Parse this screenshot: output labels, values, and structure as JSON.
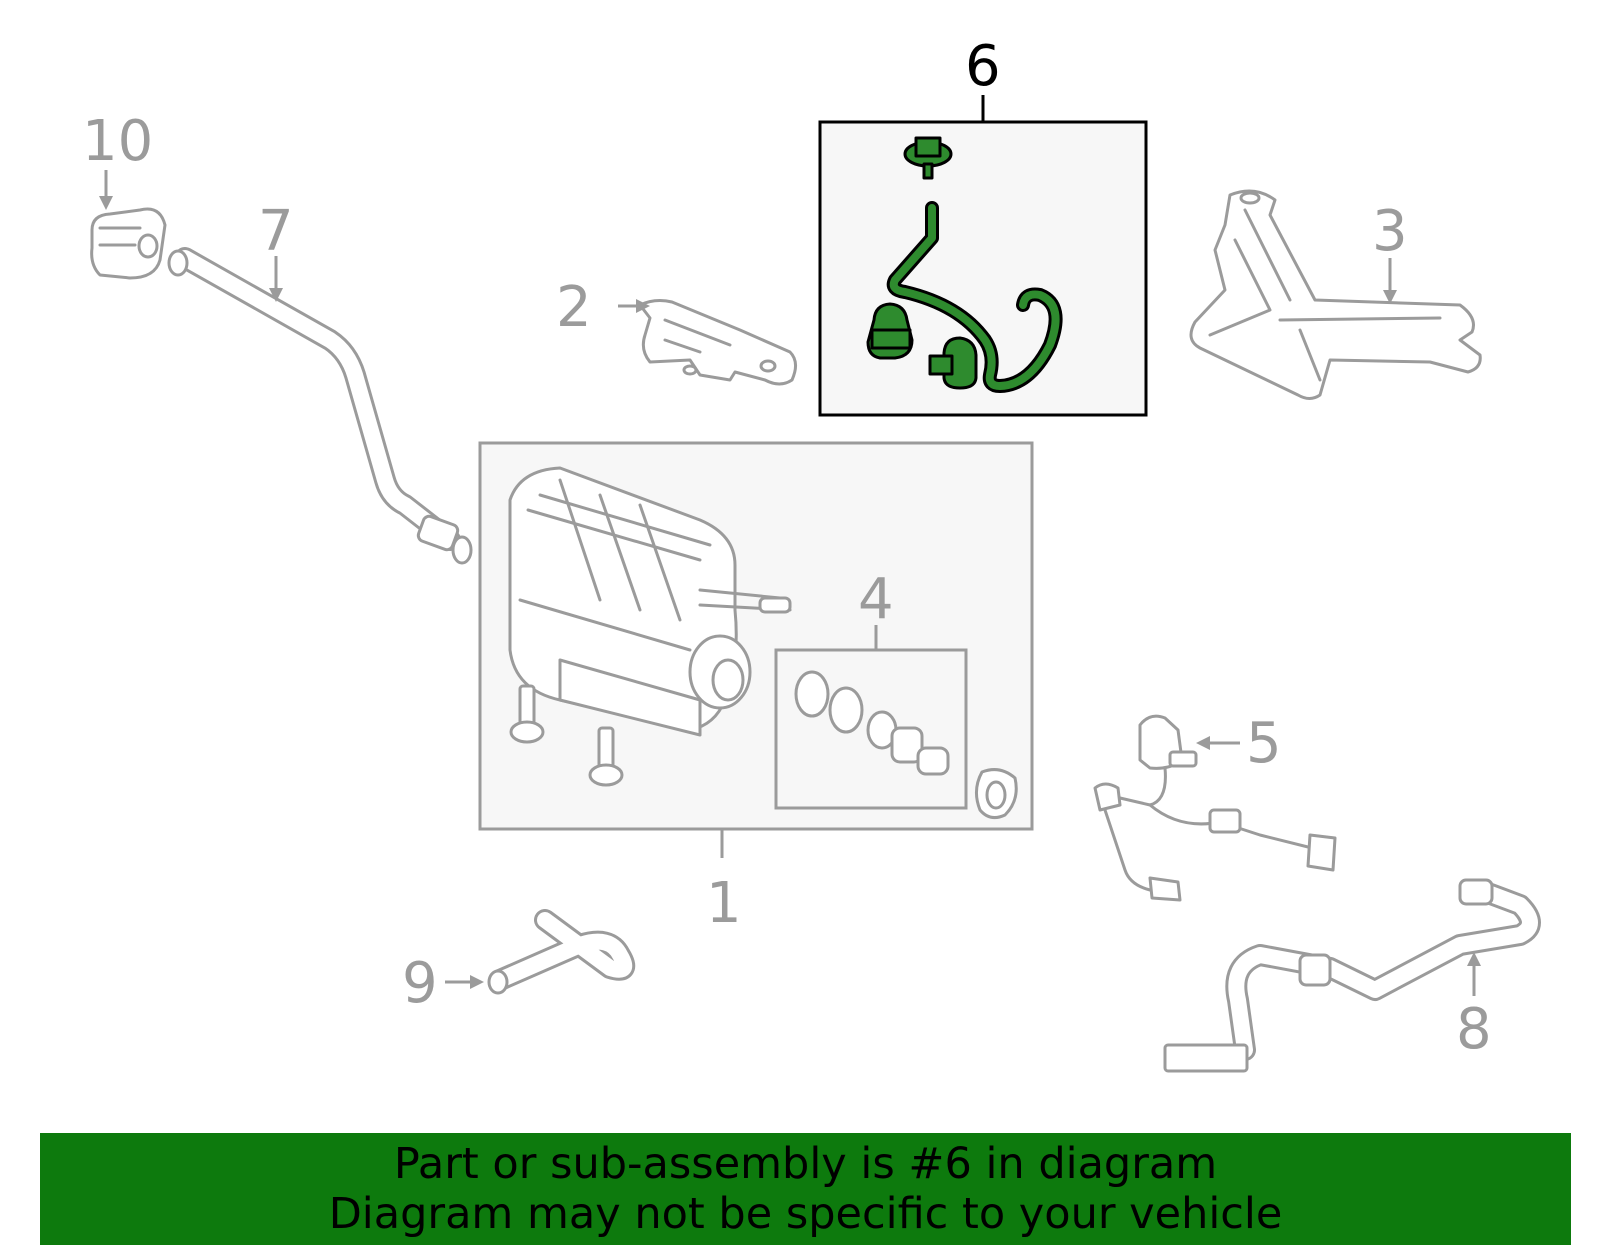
{
  "callouts": {
    "c1": "1",
    "c2": "2",
    "c3": "3",
    "c4": "4",
    "c5": "5",
    "c6": "6",
    "c7": "7",
    "c8": "8",
    "c9": "9",
    "c10": "10"
  },
  "highlighted_part": "6",
  "banner": {
    "line1": "Part or sub-assembly is #6 in diagram",
    "line2": "Diagram may not be specific to your vehicle"
  },
  "colors": {
    "highlight_green": "#2e8b2e",
    "banner_green": "#0d7a0d",
    "part_gray": "#9b9b9b",
    "box_fill": "#f7f7f7"
  }
}
